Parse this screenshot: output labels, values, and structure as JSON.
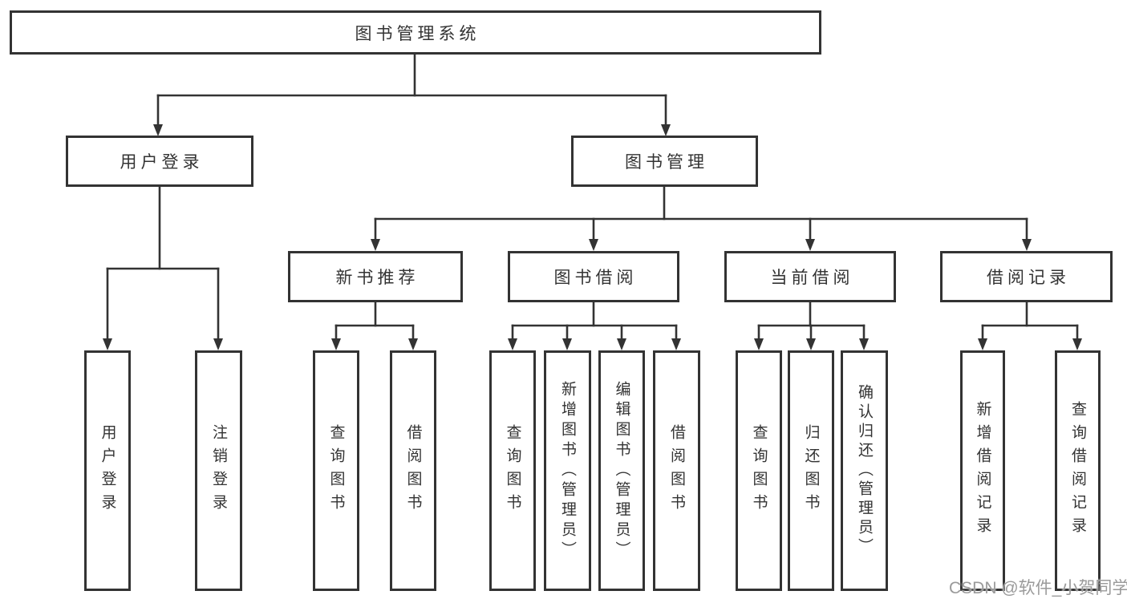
{
  "diagram": {
    "title": "图书管理系统",
    "colors": {
      "line": "#333333",
      "box_border": "#333333",
      "text": "#333333",
      "watermark": "#9a9a9a",
      "background": "#ffffff"
    },
    "nodes": {
      "root": {
        "label": "图书管理系统"
      },
      "user_login": {
        "label": "用户登录"
      },
      "book_management": {
        "label": "图书管理"
      },
      "new_book_recommend": {
        "label": "新书推荐"
      },
      "book_borrow": {
        "label": "图书借阅"
      },
      "current_borrow": {
        "label": "当前借阅"
      },
      "borrow_records": {
        "label": "借阅记录"
      },
      "leaf_user_login": {
        "label": "用户登录"
      },
      "leaf_logout": {
        "label": "注销登录"
      },
      "leaf_recommend_query_books": {
        "label": "查询图书"
      },
      "leaf_recommend_borrow_books": {
        "label": "借阅图书"
      },
      "leaf_borrow_query_books": {
        "label": "查询图书"
      },
      "leaf_borrow_add_books": {
        "label": "新增图书（管理员）"
      },
      "leaf_borrow_edit_books": {
        "label": "编辑图书（管理员）"
      },
      "leaf_borrow_borrow_books": {
        "label": "借阅图书"
      },
      "leaf_current_query_books": {
        "label": "查询图书"
      },
      "leaf_current_return_books": {
        "label": "归还图书"
      },
      "leaf_current_confirm_return": {
        "label": "确认归还（管理员）"
      },
      "leaf_records_add_record": {
        "label": "新增借阅记录"
      },
      "leaf_records_query_record": {
        "label": "查询借阅记录"
      }
    },
    "watermark": "CSDN @软件_小贺同学"
  }
}
